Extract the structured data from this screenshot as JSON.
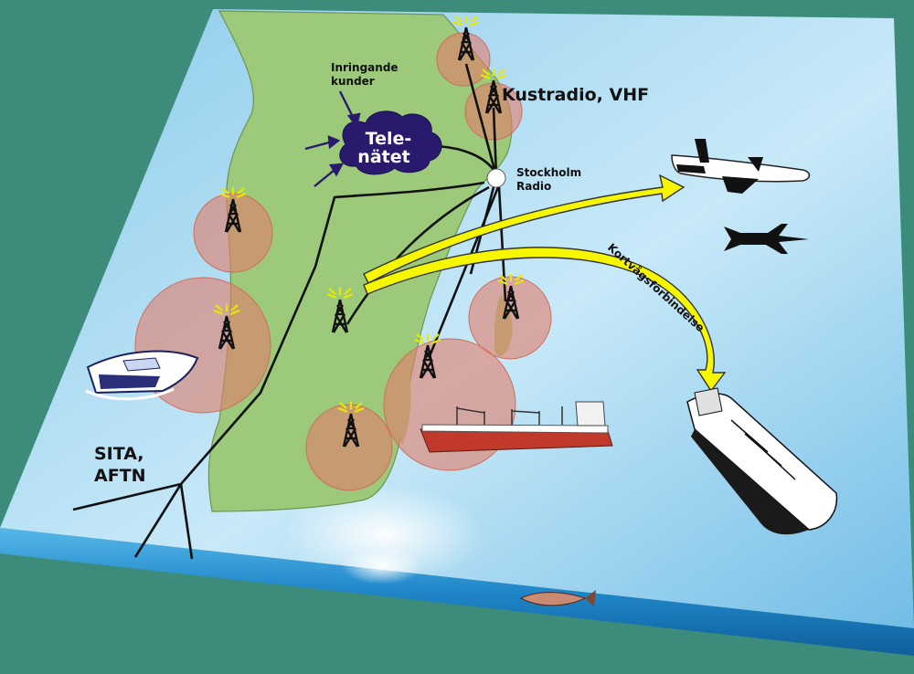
{
  "labels": {
    "incoming_line1": "Inringande",
    "incoming_line2": "kunder",
    "cloud_line1": "Tele-",
    "cloud_line2": "nätet",
    "vhf": "Kustradio, VHF",
    "station_line1": "Stockholm",
    "station_line2": "Radio",
    "shortwave": "Kortvågsförbindelse",
    "sita_line1": "SITA,",
    "sita_line2": "AFTN"
  },
  "colors": {
    "background": "#3d8c7b",
    "sea": "#a9d8f0",
    "land": "#9cc97a",
    "coverage": "#e5907a",
    "arrow": "#f6f600",
    "cloud": "#2a1a6e"
  },
  "icons": [
    "radio-tower-icon",
    "cloud-icon",
    "airplane-icon",
    "ship-icon",
    "motorboat-icon",
    "fish-icon"
  ]
}
